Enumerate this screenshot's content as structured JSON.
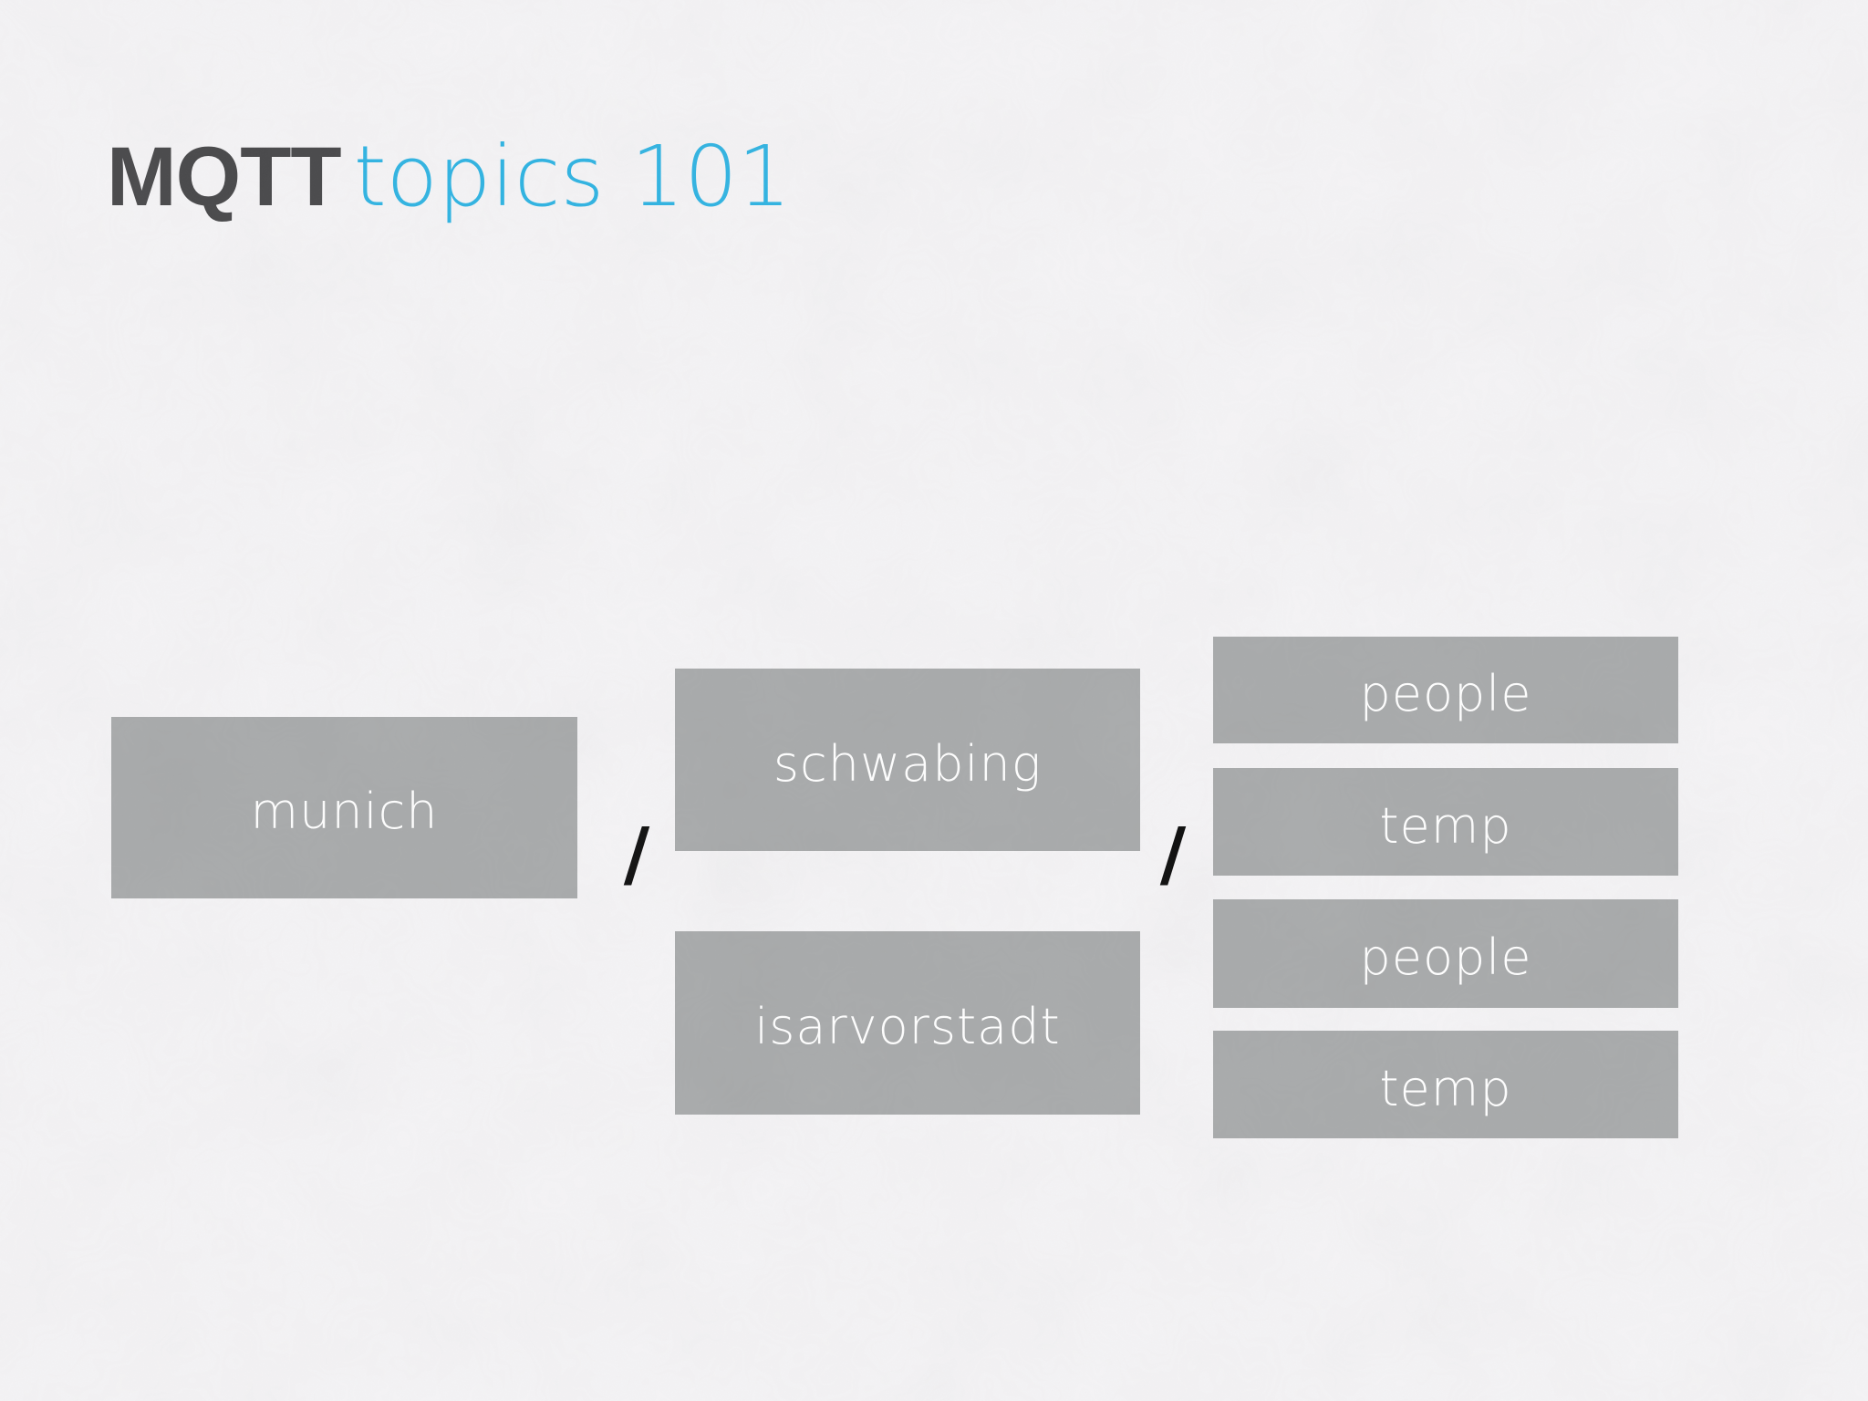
{
  "slide": {
    "title": {
      "brand": "MQTT",
      "rest": "topics 101"
    }
  },
  "colors": {
    "background": "#f4f3f5",
    "box_fill": "#a8aaab",
    "box_text": "#ffffff",
    "title_brand": "#48484a",
    "title_accent": "#2fb3e2",
    "separator": "#0e0e0e"
  },
  "diagram": {
    "separator": "/",
    "level1": [
      {
        "label": "munich"
      }
    ],
    "level2": [
      {
        "label": "schwabing"
      },
      {
        "label": "isarvorstadt"
      }
    ],
    "level3": [
      {
        "label": "people"
      },
      {
        "label": "temp"
      },
      {
        "label": "people"
      },
      {
        "label": "temp"
      }
    ]
  }
}
